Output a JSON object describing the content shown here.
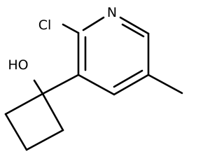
{
  "molecule": {
    "atoms": {
      "chlorine": "Cl",
      "nitrogen": "N",
      "hydroxyl": "HO"
    }
  },
  "colors": {
    "bond": "#000000",
    "label": "#000000",
    "background": "#ffffff"
  }
}
